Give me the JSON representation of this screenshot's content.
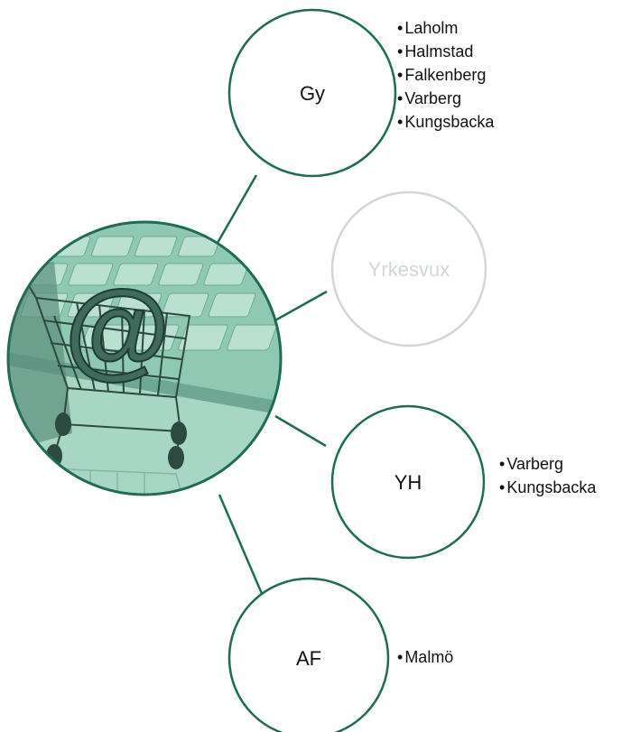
{
  "colors": {
    "ring": "#1f6b55",
    "photo_tint": "#8fc9b3",
    "label_active": "#111111",
    "label_muted": "#cfd8d4"
  },
  "center_image": {
    "icon": "shopping-cart-at-sign-on-keyboard-photo"
  },
  "nodes": [
    {
      "id": "gy",
      "label": "Gy",
      "muted": false,
      "items": [
        "Laholm",
        "Halmstad",
        "Falkenberg",
        "Varberg",
        "Kungsbacka"
      ]
    },
    {
      "id": "yrkesvux",
      "label": "Yrkesvux",
      "muted": true,
      "items": []
    },
    {
      "id": "yh",
      "label": "YH",
      "muted": false,
      "items": [
        "Varberg",
        "Kungsbacka"
      ]
    },
    {
      "id": "af",
      "label": "AF",
      "muted": false,
      "items": [
        "Malmö"
      ]
    }
  ]
}
